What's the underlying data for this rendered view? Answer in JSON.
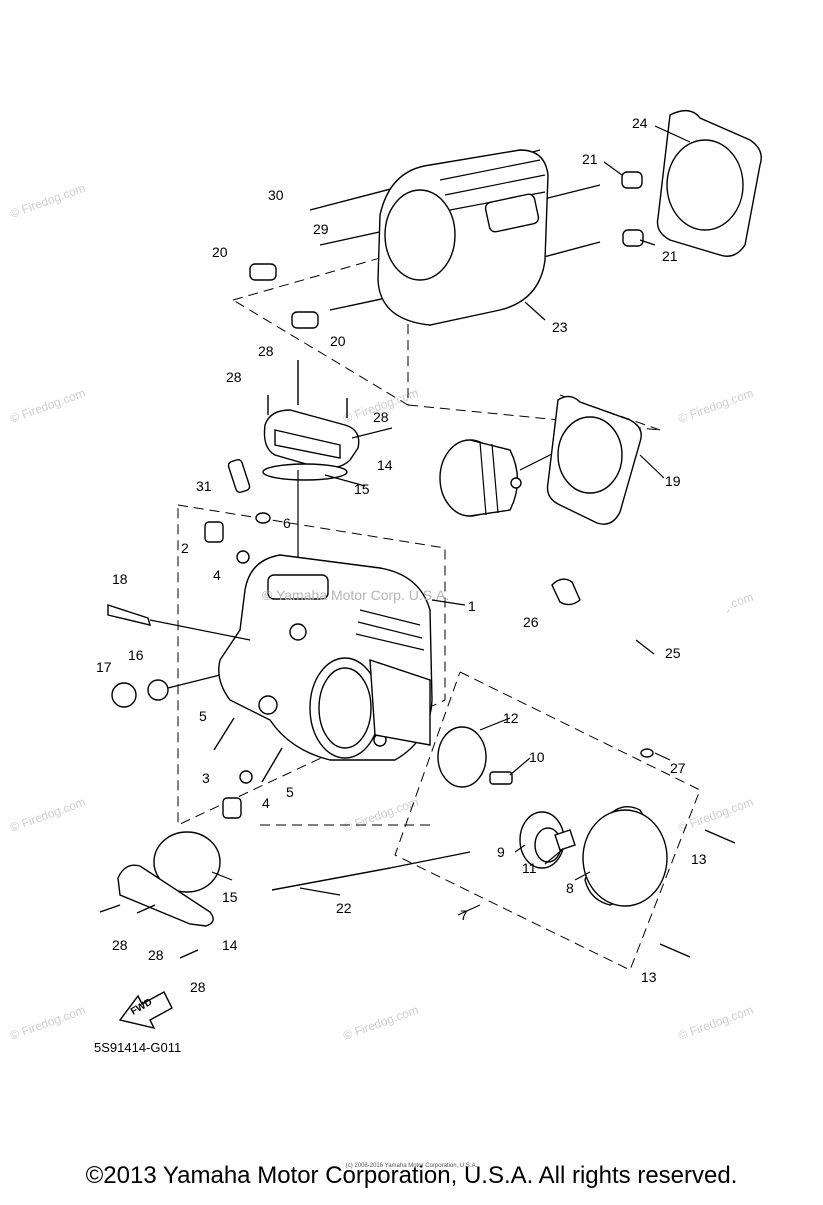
{
  "diagram": {
    "code": "5S91414-G011",
    "watermark_text": "© Firedog.com",
    "center_mark": "© Yamaha Motor Corp. U.S.A.",
    "fwd_label": "FWD",
    "footer": "©2013 Yamaha Motor Corporation, U.S.A. All rights reserved.",
    "footer_small": "(c) 2008-2016 Yamaha Motor Corporation, U.S.A."
  },
  "callouts": [
    {
      "id": "c24",
      "text": "24"
    },
    {
      "id": "c21a",
      "text": "21"
    },
    {
      "id": "c30",
      "text": "30"
    },
    {
      "id": "c29",
      "text": "29"
    },
    {
      "id": "c20a",
      "text": "20"
    },
    {
      "id": "c21b",
      "text": "21"
    },
    {
      "id": "c23",
      "text": "23"
    },
    {
      "id": "c20b",
      "text": "20"
    },
    {
      "id": "c28a",
      "text": "28"
    },
    {
      "id": "c28b",
      "text": "28"
    },
    {
      "id": "c28c",
      "text": "28"
    },
    {
      "id": "c14a",
      "text": "14"
    },
    {
      "id": "c15a",
      "text": "15"
    },
    {
      "id": "c31",
      "text": "31"
    },
    {
      "id": "c19",
      "text": "19"
    },
    {
      "id": "c6",
      "text": "6"
    },
    {
      "id": "c2",
      "text": "2"
    },
    {
      "id": "c4a",
      "text": "4"
    },
    {
      "id": "c18",
      "text": "18"
    },
    {
      "id": "c1",
      "text": "1"
    },
    {
      "id": "c26",
      "text": "26"
    },
    {
      "id": "c17",
      "text": "17"
    },
    {
      "id": "c16",
      "text": "16"
    },
    {
      "id": "c25",
      "text": "25"
    },
    {
      "id": "c5a",
      "text": "5"
    },
    {
      "id": "c12",
      "text": "12"
    },
    {
      "id": "c10",
      "text": "10"
    },
    {
      "id": "c3",
      "text": "3"
    },
    {
      "id": "c4b",
      "text": "4"
    },
    {
      "id": "c5b",
      "text": "5"
    },
    {
      "id": "c27",
      "text": "27"
    },
    {
      "id": "c9",
      "text": "9"
    },
    {
      "id": "c11",
      "text": "11"
    },
    {
      "id": "c13a",
      "text": "13"
    },
    {
      "id": "c15b",
      "text": "15"
    },
    {
      "id": "c8",
      "text": "8"
    },
    {
      "id": "c22",
      "text": "22"
    },
    {
      "id": "c7",
      "text": "7"
    },
    {
      "id": "c28d",
      "text": "28"
    },
    {
      "id": "c14b",
      "text": "14"
    },
    {
      "id": "c28e",
      "text": "28"
    },
    {
      "id": "c28f",
      "text": "28"
    },
    {
      "id": "c13b",
      "text": "13"
    }
  ]
}
